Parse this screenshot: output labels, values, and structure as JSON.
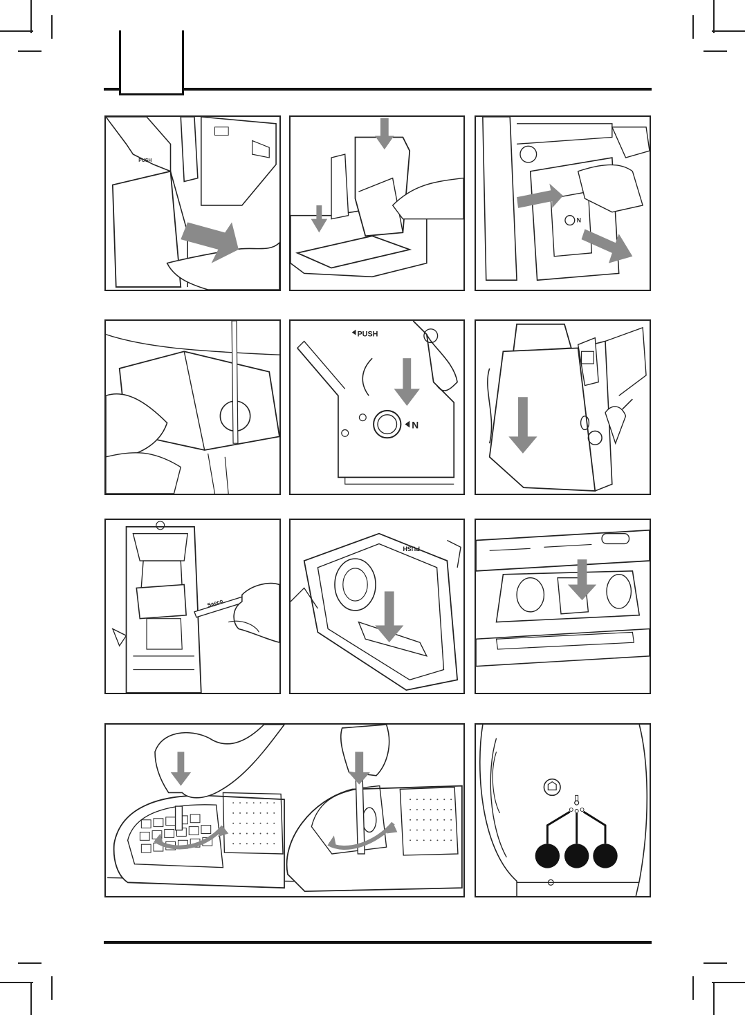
{
  "page": {
    "header_tab_text": "",
    "footer_text": ""
  },
  "figures": [
    {
      "id": "fig-1",
      "text": ""
    },
    {
      "id": "fig-2",
      "text": ""
    },
    {
      "id": "fig-3",
      "text": ""
    },
    {
      "id": "fig-4",
      "text": ""
    },
    {
      "id": "fig-5",
      "text_push": "PUSH",
      "text_n": "N"
    },
    {
      "id": "fig-6",
      "text": ""
    },
    {
      "id": "fig-7",
      "text_brand": "Saeco"
    },
    {
      "id": "fig-8",
      "text_push": "PUSH"
    },
    {
      "id": "fig-9",
      "text": ""
    },
    {
      "id": "fig-10",
      "text": ""
    },
    {
      "id": "fig-11",
      "text": ""
    }
  ],
  "colors": {
    "line": "#222222",
    "arrow": "#8a8a8a",
    "dot": "#111111"
  }
}
